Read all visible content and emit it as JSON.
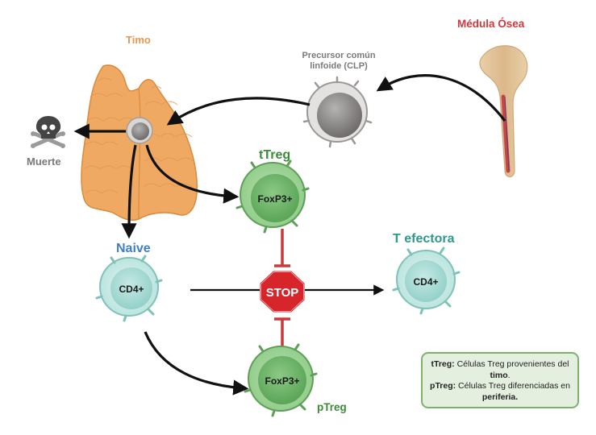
{
  "labels": {
    "timo": "Timo",
    "medula": "Médula Ósea",
    "clp_line1": "Precursor común",
    "clp_line2": "linfoide (CLP)",
    "muerte": "Muerte",
    "ttreg": "tTreg",
    "naive": "Naive",
    "t_efectora": "T efectora",
    "ptreg": "pTreg"
  },
  "cells": {
    "ttreg_marker": "FoxP3+",
    "naive_marker": "CD4+",
    "efectora_marker": "CD4+",
    "ptreg_marker": "FoxP3+"
  },
  "stop_sign": "STOP",
  "legend": {
    "ttreg_term": "tTreg:",
    "ttreg_desc": " Células Treg provenientes del",
    "ttreg_bold": "timo",
    "ttreg_end": ".",
    "ptreg_term": "pTreg:",
    "ptreg_desc": " Células Treg diferenciadas en",
    "ptreg_bold": "periferia."
  },
  "colors": {
    "timo": "#e8974e",
    "medula": "#d0383b",
    "clp": "#7a7a7a",
    "muerte": "#7a7a7a",
    "treg": "#3c8a3a",
    "naive": "#3f7fc4",
    "efectora": "#2a9a8a",
    "stop": "#d6262c"
  }
}
